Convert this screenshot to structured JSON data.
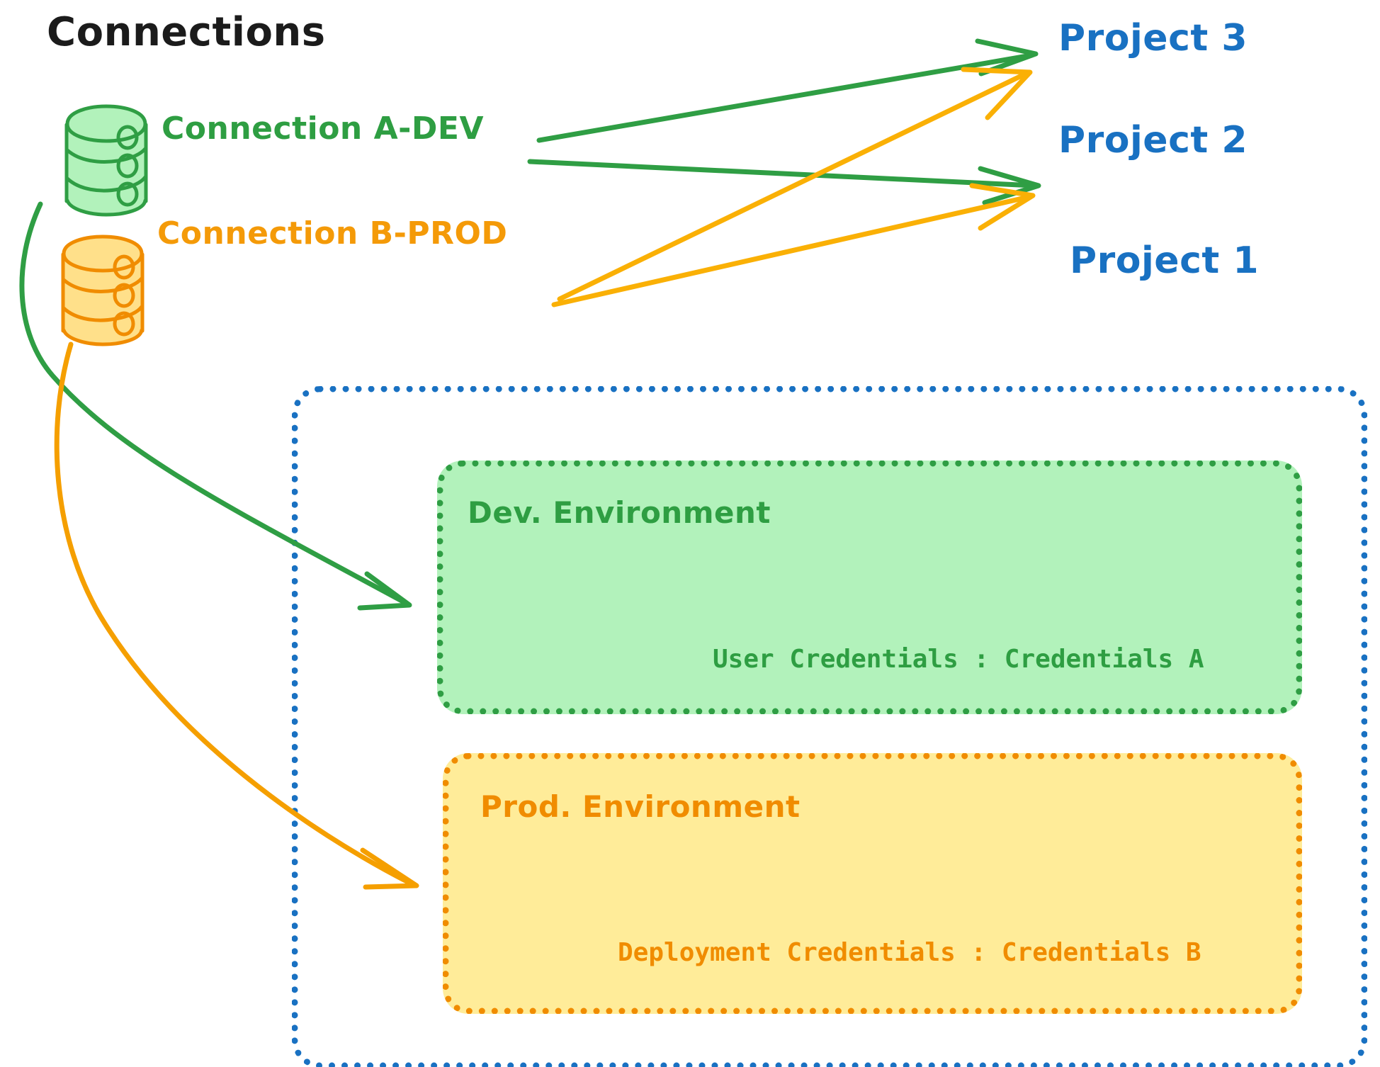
{
  "diagram": {
    "title": "Connections",
    "title_color": "#1b1b1b",
    "colors": {
      "green_stroke": "#2E9E42",
      "green_fill": "#B2F2BB",
      "orange_stroke": "#F08C00",
      "orange_arrow": "#FAB005",
      "orange_fill": "#FFEC99",
      "blue": "#1971C2",
      "background": "#FFFFFF"
    },
    "connections": [
      {
        "id": "connection-a-dev",
        "label": "Connection A-DEV",
        "color": "#2E9E42",
        "icon": "database-cylinder-icon",
        "targets": [
          "Project 3",
          "Project 2",
          "Dev. Environment"
        ]
      },
      {
        "id": "connection-b-prod",
        "label": "Connection B-PROD",
        "color": "#F49A08",
        "icon": "database-cylinder-icon",
        "targets": [
          "Project 3",
          "Project 2",
          "Prod. Environment"
        ]
      }
    ],
    "projects": [
      {
        "id": "project-3",
        "label": "Project 3"
      },
      {
        "id": "project-2",
        "label": "Project 2"
      },
      {
        "id": "project-1",
        "label": "Project 1"
      }
    ],
    "project_1_container": {
      "label": "Project 1",
      "border_style": "dotted",
      "border_color": "#1971C2",
      "environments": [
        {
          "id": "dev-environment",
          "title": "Dev. Environment",
          "credentials_label": "User Credentials",
          "credentials_separator": ":",
          "credentials_value": "Credentials A",
          "credentials_line": "User Credentials : Credentials A",
          "fill": "#B2F2BB",
          "stroke": "#2F9E44"
        },
        {
          "id": "prod-environment",
          "title": "Prod. Environment",
          "credentials_label": "Deployment Credentials",
          "credentials_separator": ":",
          "credentials_value": "Credentials B",
          "credentials_line": "Deployment Credentials : Credentials B",
          "fill": "#FFEC99",
          "stroke": "#F08C00"
        }
      ]
    }
  }
}
